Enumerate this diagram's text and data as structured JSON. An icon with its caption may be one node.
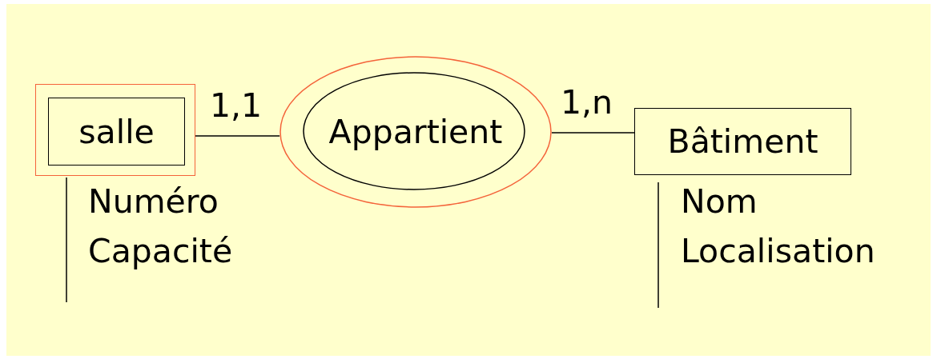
{
  "diagram": {
    "nodes": [
      {
        "text": [
          "salle"
        ],
        "beside": [
          "Numéro",
          "Capacité"
        ]
      },
      {
        "text": [
          "Appartient"
        ]
      },
      {
        "text": [
          "Bâtiment"
        ],
        "beside": [
          "Nom",
          "Localisation"
        ]
      }
    ],
    "edges": [
      {
        "from": 0,
        "to": 1,
        "arrow": "none",
        "label": "1,1"
      },
      {
        "from": 1,
        "to": 2,
        "arrow": "none",
        "label": "1,n"
      }
    ]
  }
}
